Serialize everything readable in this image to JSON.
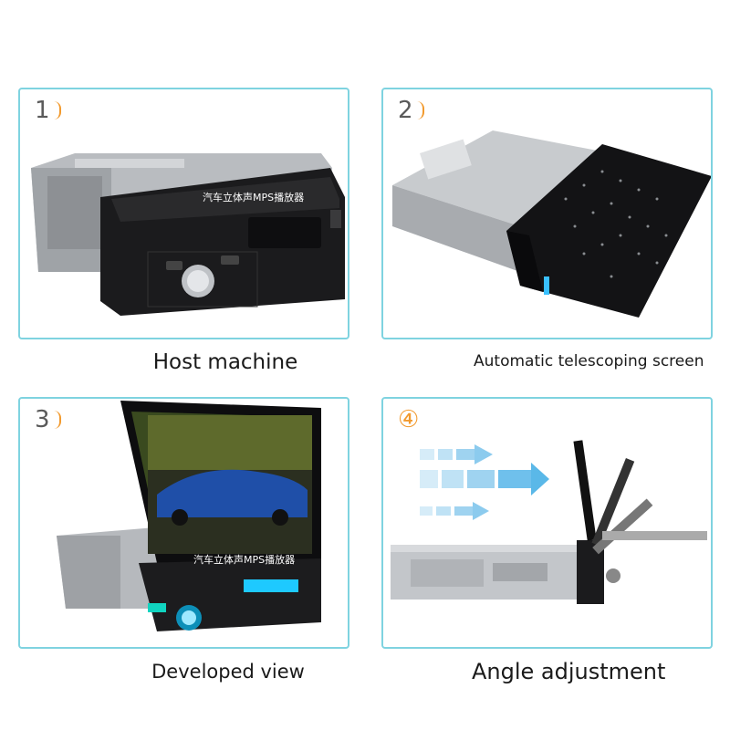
{
  "panels": [
    {
      "number": "1",
      "caption": "Host machine",
      "overlay": "汽车立体声MPS播放器"
    },
    {
      "number": "2",
      "caption": "Automatic telescoping screen"
    },
    {
      "number": "3",
      "caption": "Developed view",
      "overlay": "汽车立体声MPS播放器"
    },
    {
      "number": "④",
      "caption": "Angle adjustment"
    }
  ],
  "colors": {
    "panel_border": "#7fd3e0",
    "accent": "#f29a2e",
    "arrow": "#5ab8e8"
  }
}
